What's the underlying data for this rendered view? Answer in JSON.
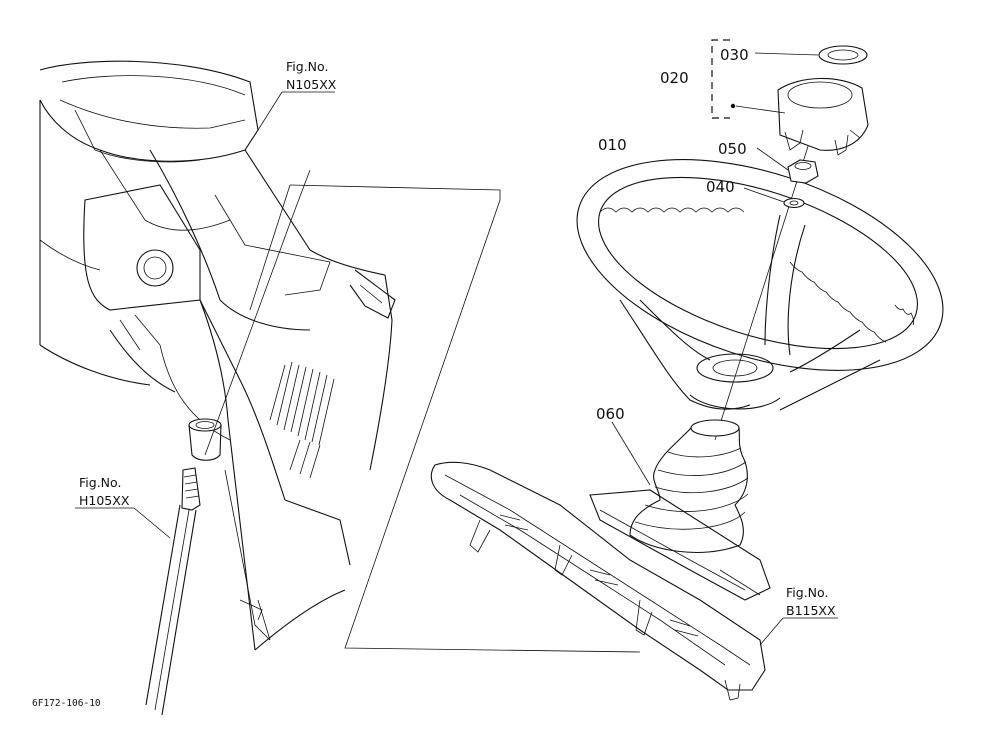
{
  "figure_code": "6F172-106-10",
  "part_labels": {
    "p010": "010",
    "p020": "020",
    "p030": "030",
    "p040": "040",
    "p050": "050",
    "p060": "060"
  },
  "fig_refs": {
    "top_left": {
      "line1": "Fig.No.",
      "line2": "N105XX"
    },
    "left": {
      "line1": "Fig.No.",
      "line2": "H105XX"
    },
    "bottom_right": {
      "line1": "Fig.No.",
      "line2": "B115XX"
    }
  }
}
